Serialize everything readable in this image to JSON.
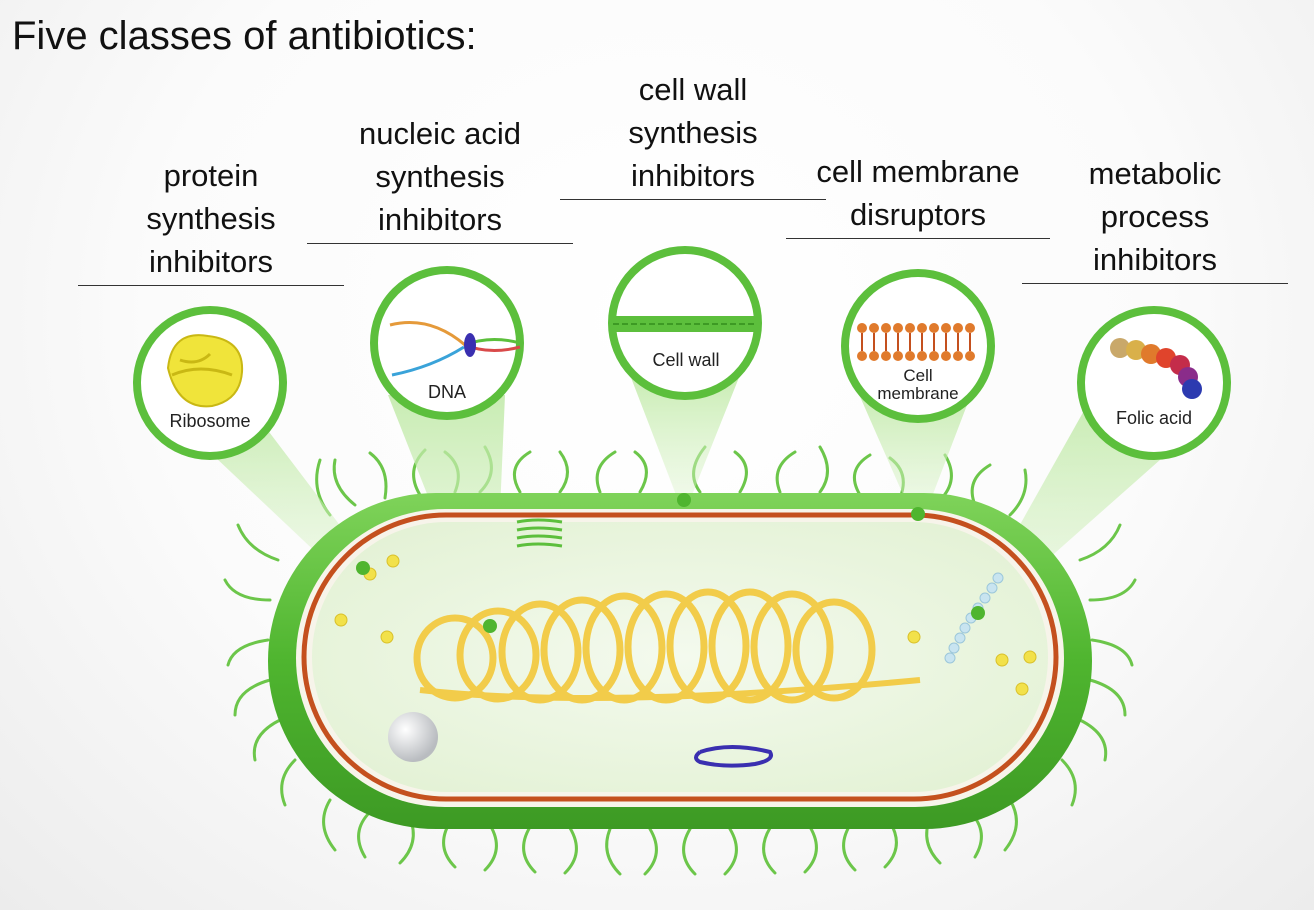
{
  "title": "Five classes of antibiotics:",
  "classes": [
    {
      "lines": [
        "protein",
        "synthesis",
        "inhibitors"
      ],
      "target": "Ribosome"
    },
    {
      "lines": [
        "nucleic acid",
        "synthesis",
        "inhibitors"
      ],
      "target": "DNA"
    },
    {
      "lines": [
        "cell wall",
        "synthesis",
        "inhibitors"
      ],
      "target": "Cell wall"
    },
    {
      "lines": [
        "cell membrane",
        "disruptors"
      ],
      "target_lines": [
        "Cell",
        "membrane"
      ]
    },
    {
      "lines": [
        "metabolic",
        "process",
        "inhibitors"
      ],
      "target": "Folic acid"
    }
  ],
  "colors": {
    "green": "#5cbf3c",
    "light_green": "#cfeeb8",
    "cell_wall_red": "#c4501e",
    "dna_yellow": "#f2cc4a",
    "plasmid": "#3a2fb0"
  }
}
